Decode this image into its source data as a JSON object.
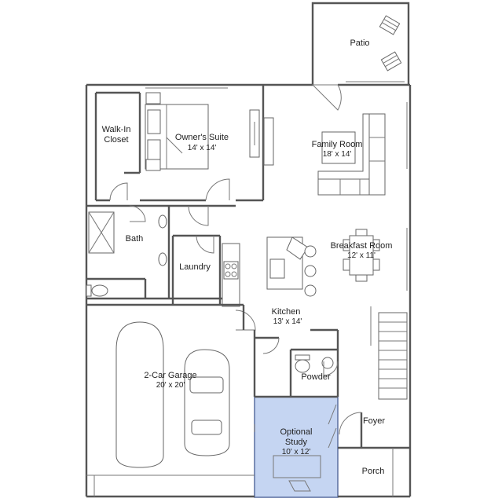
{
  "rooms": {
    "patio": {
      "name": "Patio"
    },
    "walk_in_closet": {
      "name_line1": "Walk-In",
      "name_line2": "Closet"
    },
    "owners_suite": {
      "name": "Owner's Suite",
      "dims": "14' x 14'"
    },
    "family_room": {
      "name": "Family Room",
      "dims": "18' x 14'"
    },
    "bath": {
      "name": "Bath"
    },
    "laundry": {
      "name": "Laundry"
    },
    "breakfast_room": {
      "name": "Breakfast Room",
      "dims": "12' x 11'"
    },
    "kitchen": {
      "name": "Kitchen",
      "dims": "13' x 14'"
    },
    "garage": {
      "name": "2-Car Garage",
      "dims": "20' x 20'"
    },
    "powder": {
      "name": "Powder"
    },
    "study": {
      "name_line1": "Optional",
      "name_line2": "Study",
      "dims": "10' x 12'"
    },
    "foyer": {
      "name": "Foyer"
    },
    "porch": {
      "name": "Porch"
    }
  },
  "colors": {
    "optional_highlight": "#c5d5f2",
    "walls": "#555555"
  }
}
